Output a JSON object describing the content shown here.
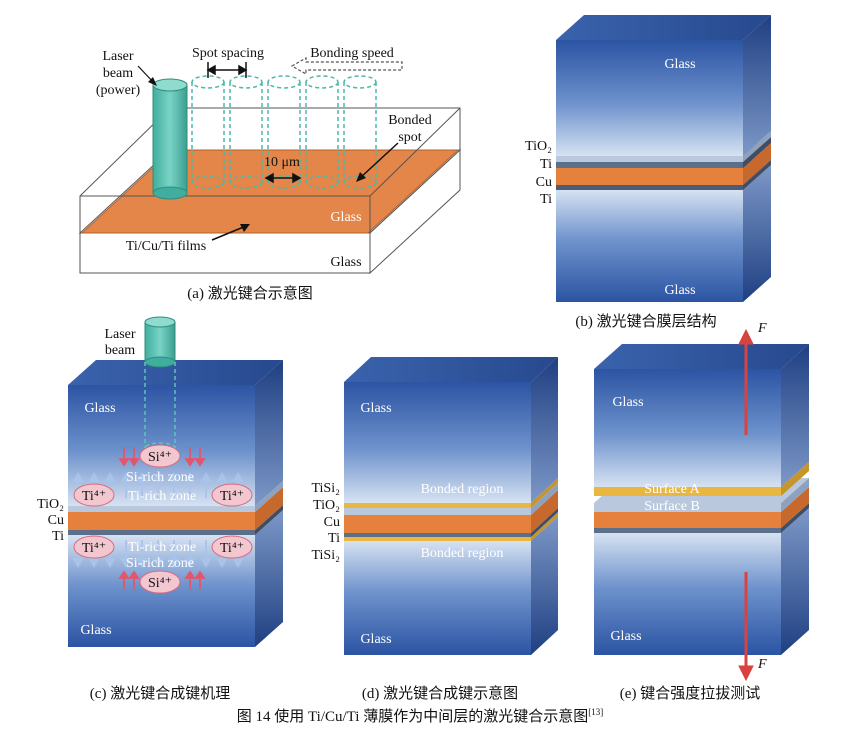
{
  "panel_a": {
    "laser_beam": "Laser beam (power)",
    "laser_line1": "Laser",
    "laser_line2": "beam",
    "laser_line3": "(power)",
    "spot_spacing": "Spot spacing",
    "bonding_speed": "Bonding speed",
    "bonded_spot_line1": "Bonded",
    "bonded_spot_line2": "spot",
    "dimension": "10 μm",
    "glass_top": "Glass",
    "films": "Ti/Cu/Ti films",
    "glass_bottom": "Glass",
    "caption": "(a) 激光键合示意图"
  },
  "panel_b": {
    "glass_top": "Glass",
    "glass_bottom": "Glass",
    "layers": [
      "TiO₂",
      "Ti",
      "Cu",
      "Ti"
    ],
    "caption": "(b) 激光键合膜层结构"
  },
  "panel_c": {
    "laser_line1": "Laser",
    "laser_line2": "beam",
    "glass_top": "Glass",
    "glass_bottom": "Glass",
    "si_ion": "Si⁴⁺",
    "ti_ion": "Ti⁴⁺",
    "si_rich": "Si-rich zone",
    "ti_rich": "Ti-rich zone",
    "layers": [
      "TiO₂",
      "Cu",
      "Ti"
    ],
    "caption": "(c) 激光键合成键机理"
  },
  "panel_d": {
    "glass_top": "Glass",
    "glass_bottom": "Glass",
    "bonded_region": "Bonded region",
    "layers": [
      "TiSi₂",
      "TiO₂",
      "Cu",
      "Ti",
      "TiSi₂"
    ],
    "caption": "(d) 激光键合成键示意图"
  },
  "panel_e": {
    "glass_top": "Glass",
    "glass_bottom": "Glass",
    "surface_a": "Surface A",
    "surface_b": "Surface B",
    "force": "F",
    "caption": "(e) 键合强度拉拔测试"
  },
  "figure_caption": "图 14  使用 Ti/Cu/Ti 薄膜作为中间层的激光键合示意图",
  "figure_ref": "[13]",
  "colors": {
    "glass_light": "#c9d9ee",
    "glass_dark": "#2f58a6",
    "copper": "#e6813d",
    "ti_layer": "#b7c7da",
    "tisi2": "#e9b640",
    "laser": "#4fbfae",
    "force_arrow": "#d8433f"
  }
}
